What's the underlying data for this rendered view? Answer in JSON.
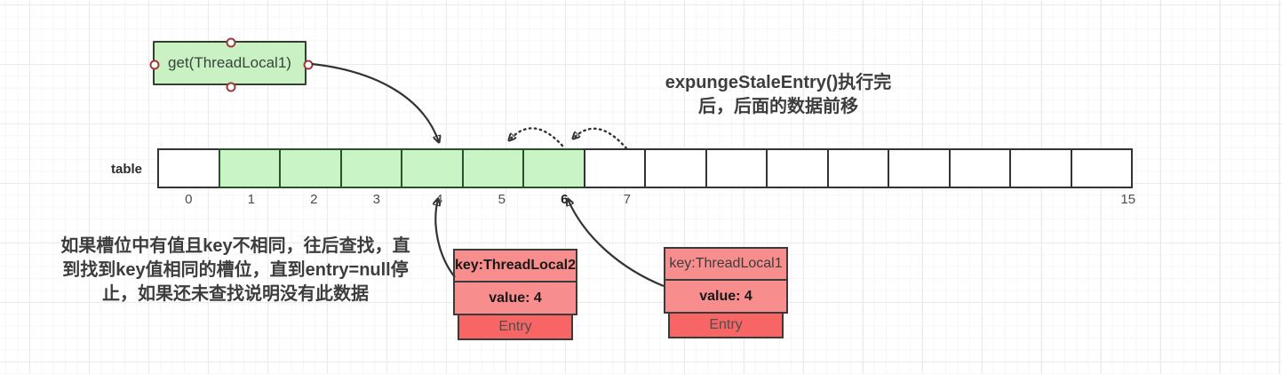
{
  "get_box": {
    "label": "get(ThreadLocal1)"
  },
  "top_annotation": {
    "line1": "expungeStaleEntry()执行完",
    "line2": "后，后面的数据前移"
  },
  "left_annotation": {
    "line1": "如果槽位中有值且key不相同，往后查找，直",
    "line2": "到找到key值相同的槽位，直到entry=null停",
    "line3": "止，如果还未查找说明没有此数据"
  },
  "table": {
    "label": "table",
    "cells": [
      {
        "index": "0",
        "green": false,
        "bold": false
      },
      {
        "index": "1",
        "green": true,
        "bold": false
      },
      {
        "index": "2",
        "green": true,
        "bold": false
      },
      {
        "index": "3",
        "green": true,
        "bold": false
      },
      {
        "index": "4",
        "green": true,
        "bold": false
      },
      {
        "index": "5",
        "green": true,
        "bold": false
      },
      {
        "index": "6",
        "green": true,
        "bold": true
      },
      {
        "index": "7",
        "green": false,
        "bold": false
      },
      {
        "index": "",
        "green": false,
        "bold": false
      },
      {
        "index": "",
        "green": false,
        "bold": false
      },
      {
        "index": "",
        "green": false,
        "bold": false
      },
      {
        "index": "",
        "green": false,
        "bold": false
      },
      {
        "index": "",
        "green": false,
        "bold": false
      },
      {
        "index": "",
        "green": false,
        "bold": false
      },
      {
        "index": "",
        "green": false,
        "bold": false
      },
      {
        "index": "15",
        "green": false,
        "bold": false
      }
    ]
  },
  "entries": [
    {
      "key": "key:ThreadLocal2",
      "value": "value: 4",
      "label": "Entry"
    },
    {
      "key": "key:ThreadLocal1",
      "value": "value: 4",
      "label": "Entry"
    }
  ],
  "colors": {
    "slot_green": "#c9f4c6",
    "box_green": "#c9f1c4",
    "entry_pink": "#f78d8d",
    "entry_red": "#f76565",
    "arrow": "#333333",
    "handle_ring": "#a03a38"
  }
}
